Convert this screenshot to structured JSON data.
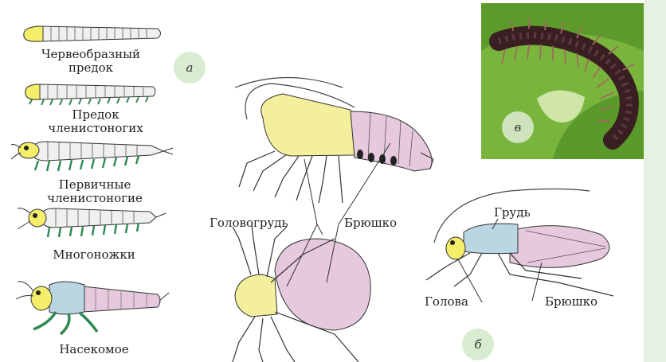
{
  "evolution": {
    "worm_ancestor": "Червеобразный\nпредок",
    "arthropod_ancestor": "Предок\nчленистоногих",
    "primary_arthropods": "Первичные\nчленистоногие",
    "myriapods": "Многоножки",
    "insect": "Насекомое"
  },
  "panel_letters": {
    "a": "а",
    "b": "б",
    "v": "в"
  },
  "crustacean_spider": {
    "cephalothorax": "Головогрудь",
    "abdomen": "Брюшко"
  },
  "insect_parts": {
    "thorax": "Грудь",
    "head": "Голова",
    "abdomen": "Брюшко"
  },
  "colors": {
    "head_yellow": "#f3ef9c",
    "thorax_blue": "#b9d6e2",
    "abdomen_pink": "#e6c9dc",
    "legs_green": "#2e8a52",
    "badge_green": "#d7ecd0",
    "photo_leaf": "#79b53c",
    "millipede_body": "#3a1f22"
  }
}
